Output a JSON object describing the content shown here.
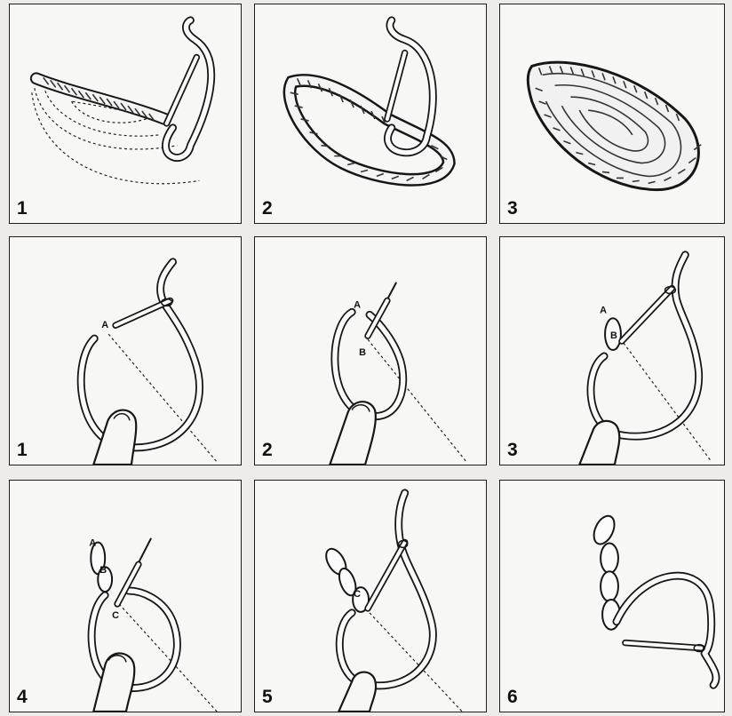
{
  "panels": [
    {
      "id": "top-1",
      "number": "1"
    },
    {
      "id": "top-2",
      "number": "2"
    },
    {
      "id": "top-3",
      "number": "3"
    },
    {
      "id": "mid-1",
      "number": "1",
      "labels": {
        "a": "A"
      }
    },
    {
      "id": "mid-2",
      "number": "2",
      "labels": {
        "a": "A",
        "b": "B"
      }
    },
    {
      "id": "mid-3",
      "number": "3",
      "labels": {
        "a": "A",
        "b": "B"
      }
    },
    {
      "id": "bot-4",
      "number": "4",
      "labels": {
        "a": "A",
        "b": "B",
        "c": "C"
      }
    },
    {
      "id": "bot-5",
      "number": "5",
      "labels": {
        "c": "C"
      }
    },
    {
      "id": "bot-6",
      "number": "6"
    }
  ]
}
